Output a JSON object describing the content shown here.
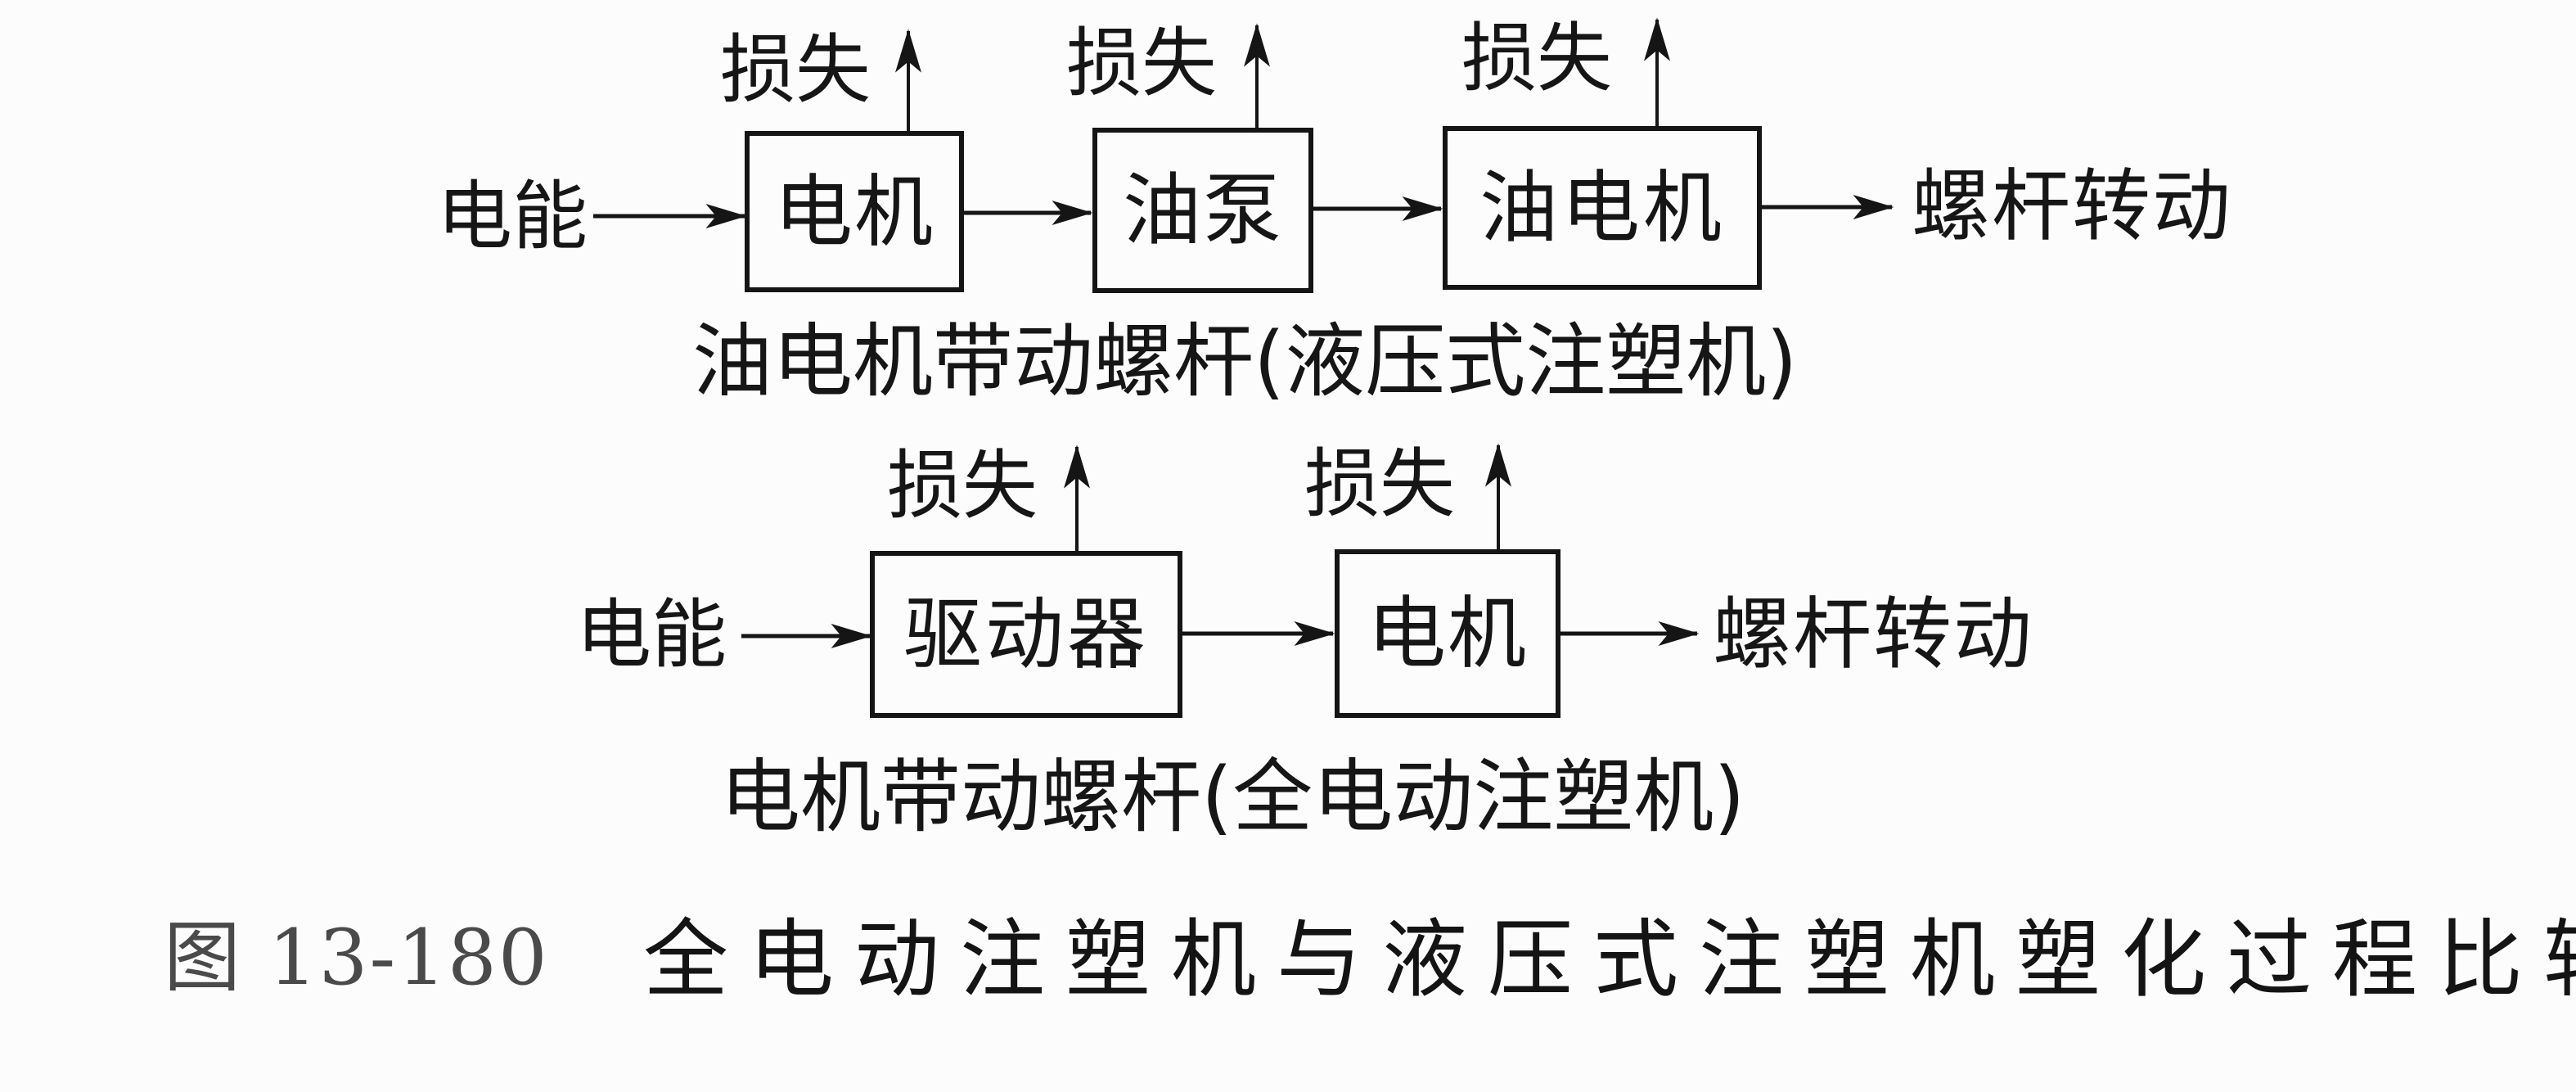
{
  "diagram_hydraulic": {
    "input_label": "电能",
    "blocks": [
      {
        "label": "电机",
        "loss_label": "损失"
      },
      {
        "label": "油泵",
        "loss_label": "损失"
      },
      {
        "label": "油电机",
        "loss_label": "损失"
      }
    ],
    "output_label": "螺杆转动",
    "caption": "油电机带动螺杆(液压式注塑机)"
  },
  "diagram_electric": {
    "input_label": "电能",
    "blocks": [
      {
        "label": "驱动器",
        "loss_label": "损失"
      },
      {
        "label": "电机",
        "loss_label": "损失"
      }
    ],
    "output_label": "螺杆转动",
    "caption": "电机带动螺杆(全电动注塑机)"
  },
  "figure": {
    "number": "图 13-180",
    "title": "全电动注塑机与液压式注塑机塑化过程比较"
  },
  "colors": {
    "ink": "#151515",
    "figure_number": "#4a4a4a",
    "paper": "#fcfcfc"
  }
}
